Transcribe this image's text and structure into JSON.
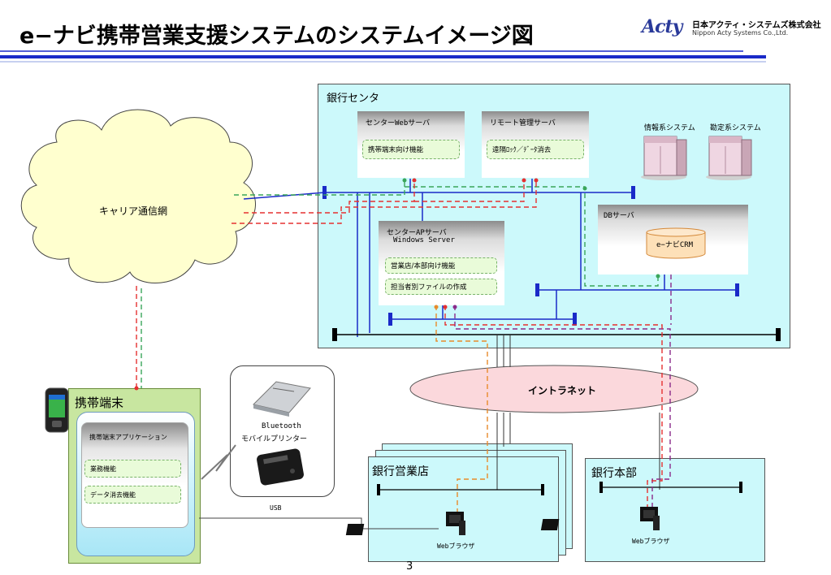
{
  "title": "e−ナビ携帯営業支援システムのシステムイメージ図",
  "logo": {
    "mark": "Acty",
    "name": "日本アクティ・システムズ株式会社",
    "name_en": "Nippon Acty Systems Co.,Ltd."
  },
  "cloud": {
    "label": "キャリア通信網"
  },
  "bank_center": {
    "label": "銀行センタ",
    "web_server": {
      "title": "センターWebサーバ",
      "chip": "携帯端末向け機能"
    },
    "remote_server": {
      "title": "リモート管理サーバ",
      "chip": "遠隔ﾛｯｸ／ﾃﾞｰﾀ消去"
    },
    "info_system": "情報系システム",
    "accounting_system": "勘定系システム",
    "db_server": {
      "title": "DBサーバ",
      "db": "e−ナビCRM"
    },
    "ap_server": {
      "title": "センターAPサーバ",
      "subtitle": "Windows Server",
      "chips": [
        "営業店/本部向け機能",
        "担当者別ファイルの作成"
      ]
    }
  },
  "intranet": {
    "label": "イントラネット"
  },
  "mobile": {
    "label": "携帯端末",
    "app_title": "携帯端末アプリケーション",
    "chips": [
      "業務機能",
      "データ消去機能"
    ]
  },
  "printer": {
    "line1": "Bluetooth",
    "line2": "モバイルプリンター"
  },
  "usb_label": "USB",
  "branch": {
    "label": "銀行営業店",
    "pc_label": "Webブラウザ"
  },
  "hq": {
    "label": "銀行本部",
    "pc_label": "Webブラウザ"
  },
  "page_number": "3",
  "colors": {
    "bank_bg": "#ccf9fb",
    "line_red": "#e53030",
    "line_green": "#3aa65a",
    "line_orange": "#e88a2a",
    "line_purple": "#8a2a8a",
    "bus_blue": "#1a2ac8",
    "title_rule": "#1a2ac8"
  }
}
